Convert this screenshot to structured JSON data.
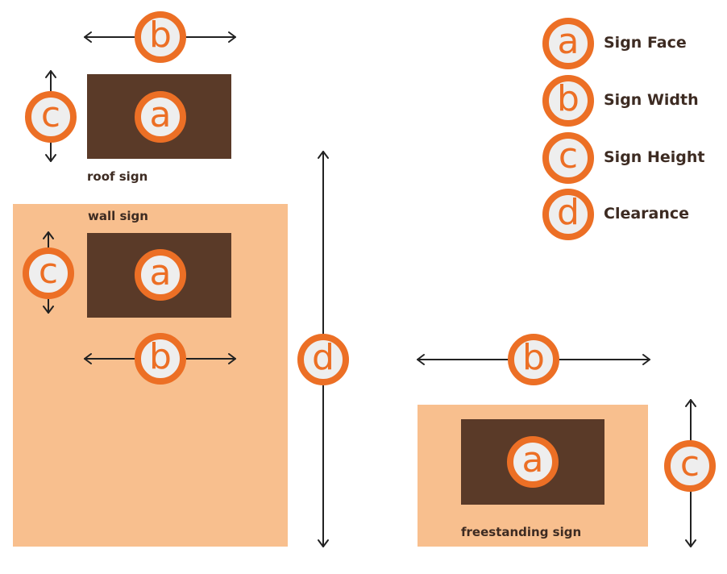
{
  "colors": {
    "panel": "#f8bf8e",
    "sign_face": "#5a3a28",
    "badge_ring": "#ec6f25",
    "badge_fill": "#eeeeee",
    "text": "#3d2b22",
    "arrow": "#222222"
  },
  "markers": {
    "a": "a",
    "b": "b",
    "c": "c",
    "d": "d"
  },
  "labels": {
    "roof": "roof sign",
    "wall": "wall sign",
    "freestanding": "freestanding sign"
  },
  "legend": [
    {
      "key": "a",
      "text": "Sign Face"
    },
    {
      "key": "b",
      "text": "Sign Width"
    },
    {
      "key": "c",
      "text": "Sign Height"
    },
    {
      "key": "d",
      "text": "Clearance"
    }
  ]
}
